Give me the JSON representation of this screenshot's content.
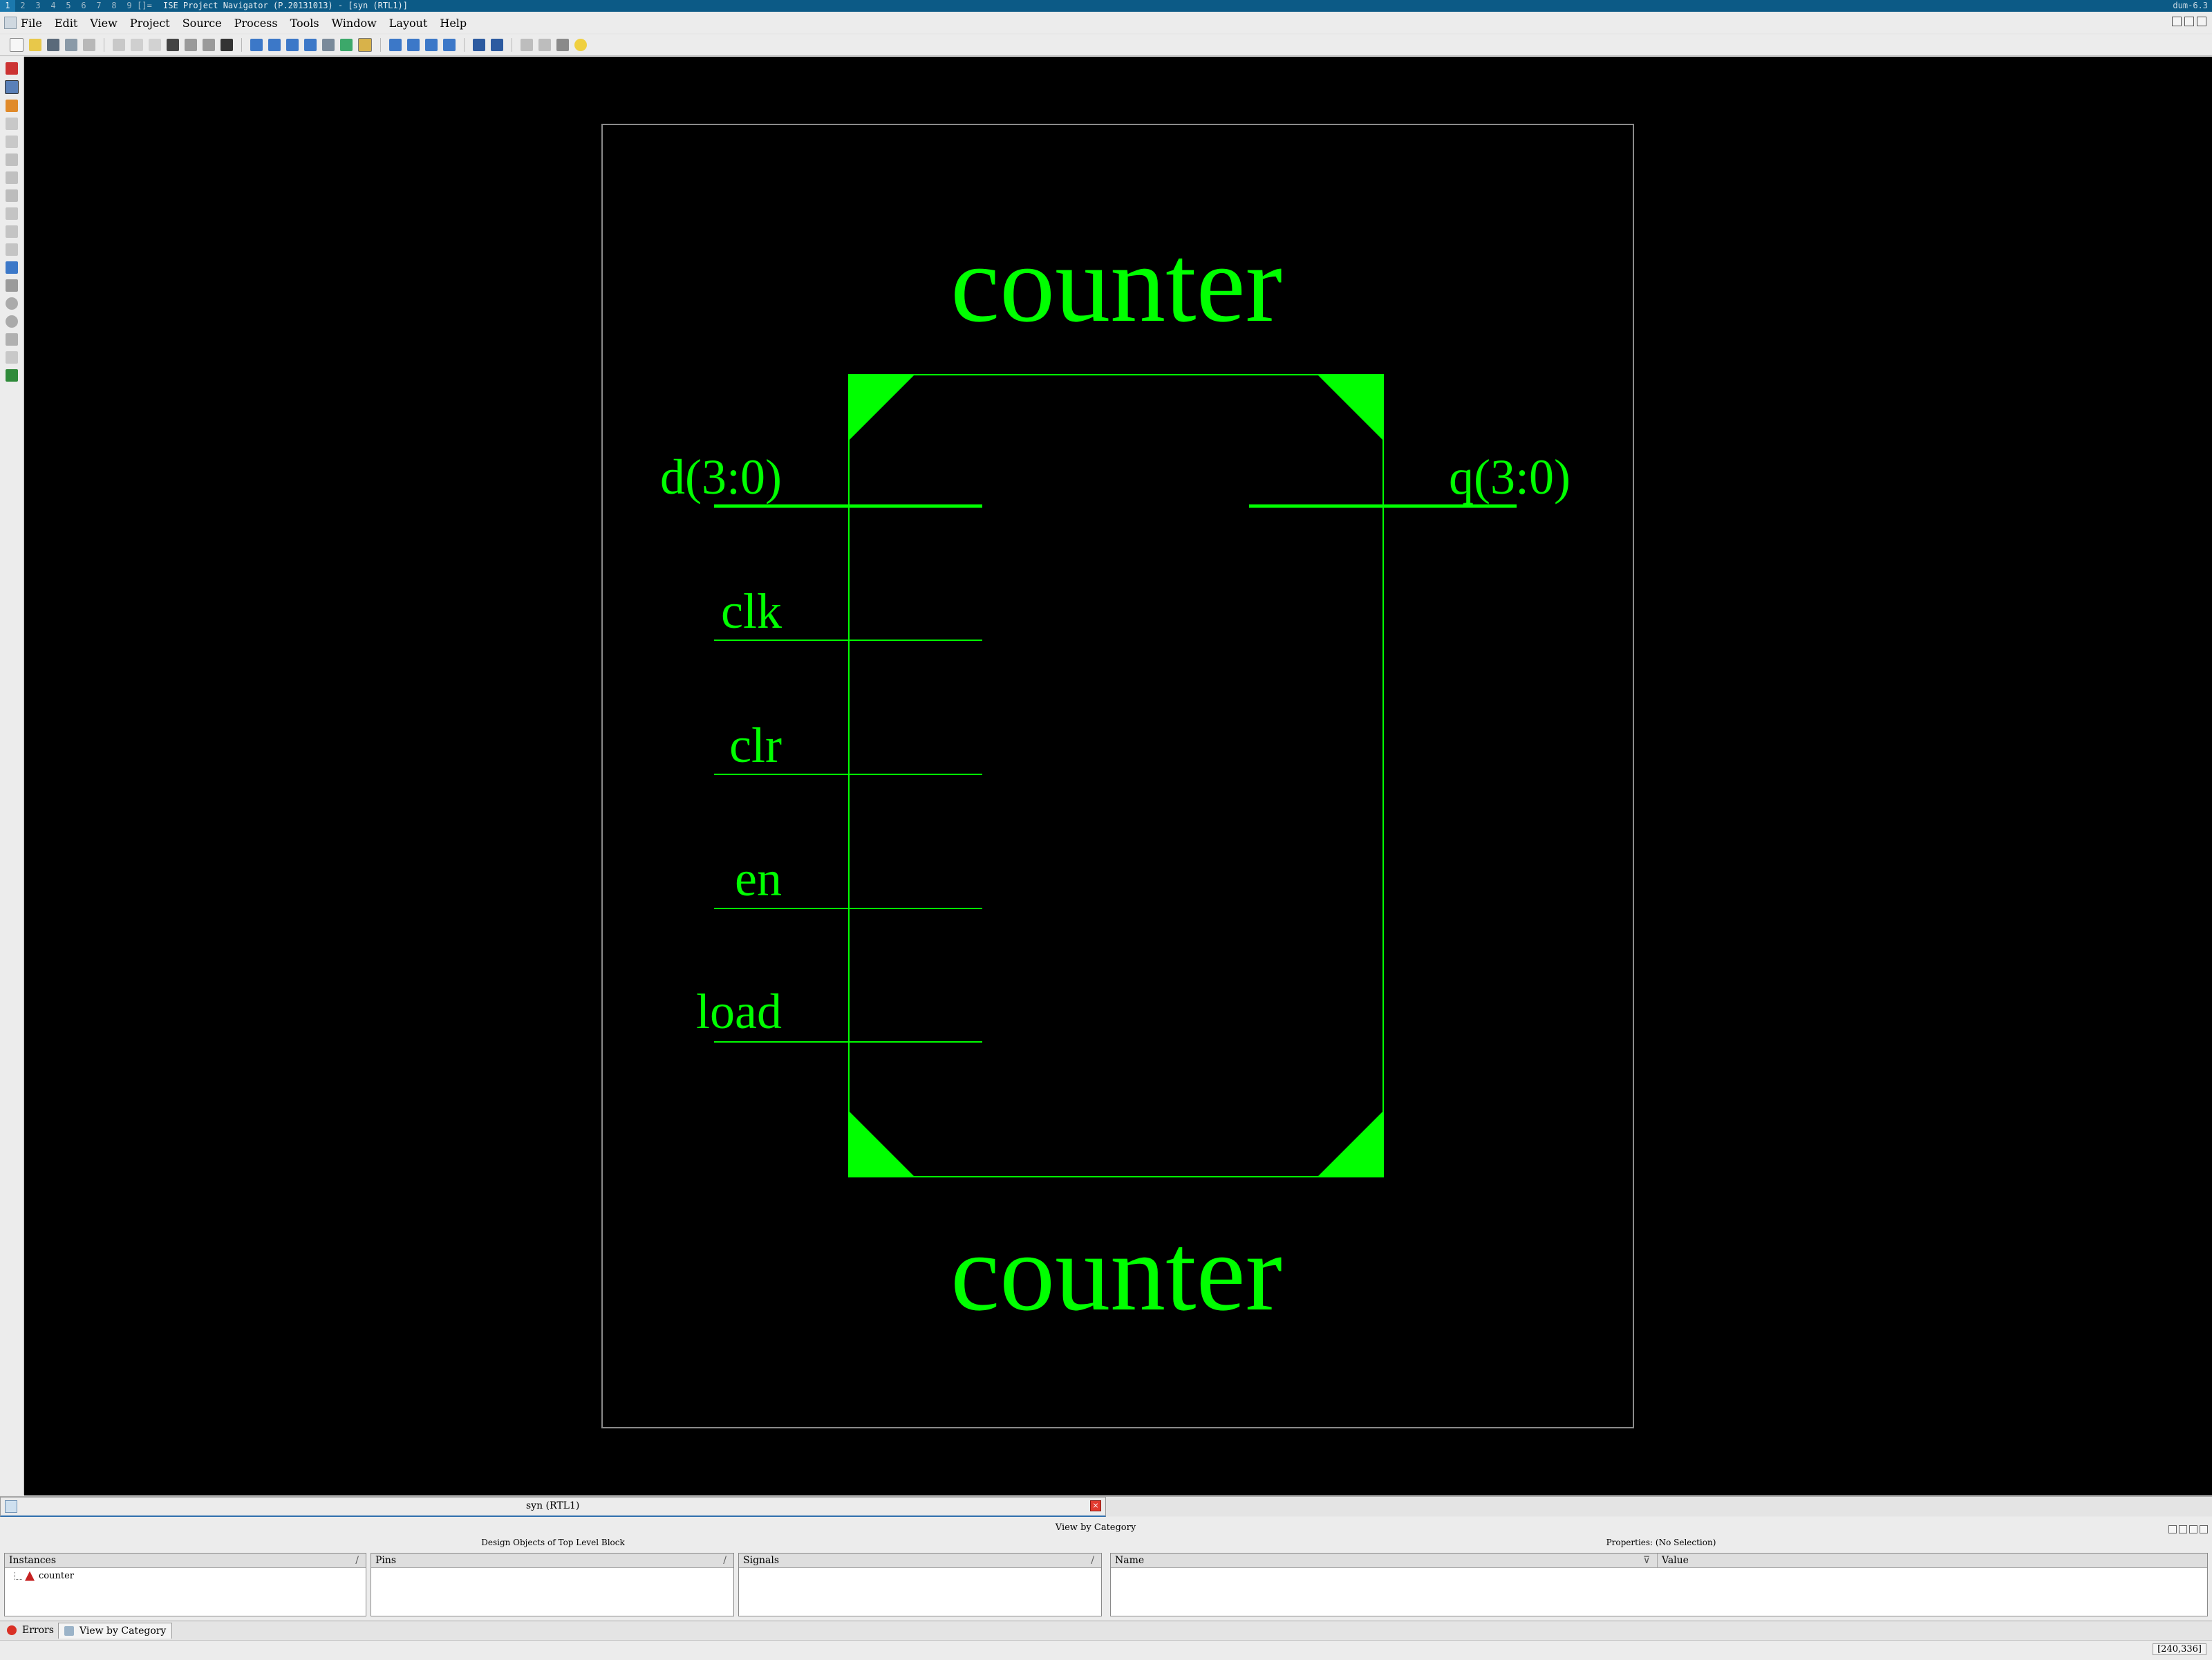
{
  "topbar": {
    "workspaces": [
      "1",
      "2",
      "3",
      "4",
      "5",
      "6",
      "7",
      "8",
      "9"
    ],
    "layout_indicator": "[]=",
    "title": "ISE Project Navigator (P.20131013) - [syn (RTL1)]",
    "host": "dum-6.3"
  },
  "menubar": {
    "items": [
      "File",
      "Edit",
      "View",
      "Project",
      "Source",
      "Process",
      "Tools",
      "Window",
      "Layout",
      "Help"
    ]
  },
  "toolbar": {
    "icons": [
      "new-icon",
      "open-icon",
      "save-icon",
      "save-all-icon",
      "print-icon",
      "cut-icon",
      "copy-icon",
      "paste-icon",
      "delete-icon",
      "undo-icon",
      "redo-icon",
      "more-icon",
      "find-icon",
      "zoom-in-icon",
      "zoom-out-icon",
      "zoom-fit-icon",
      "zoom-area-icon",
      "refresh-icon",
      "select-icon",
      "cascade-icon",
      "tile-h-icon",
      "tile-v-icon",
      "sync-icon",
      "wrench-icon",
      "help-icon",
      "run-icon",
      "stop-icon",
      "tools-icon",
      "bulb-icon"
    ]
  },
  "palette": {
    "icons": [
      "select-tool-icon",
      "zoom-tool-icon",
      "add-net-icon",
      "forward-icon",
      "back-icon",
      "push-icon",
      "pop-icon",
      "hierarchy-icon",
      "symbol-icon",
      "rotate-icon",
      "mirror-icon",
      "find-tool-icon",
      "marker-icon",
      "circle-icon",
      "target-icon",
      "pin-icon",
      "copy-tool-icon",
      "shield-icon"
    ]
  },
  "schematic": {
    "block_name_top": "counter",
    "block_name_bottom": "counter",
    "inputs": [
      "d(3:0)",
      "clk",
      "clr",
      "en",
      "load"
    ],
    "outputs": [
      "q(3:0)"
    ],
    "color": "#00ff00"
  },
  "doctab": {
    "label": "syn (RTL1)"
  },
  "panel": {
    "title": "View by Category",
    "left_subtitle": "Design Objects of Top Level Block",
    "right_subtitle": "Properties: (No Selection)",
    "instances_header": "Instances",
    "pins_header": "Pins",
    "signals_header": "Signals",
    "name_header": "Name",
    "value_header": "Value",
    "instances": [
      "counter"
    ]
  },
  "bottomtabs": {
    "errors": "Errors",
    "view_by_category": "View by Category"
  },
  "status": {
    "coordinates": "[240,336]"
  }
}
